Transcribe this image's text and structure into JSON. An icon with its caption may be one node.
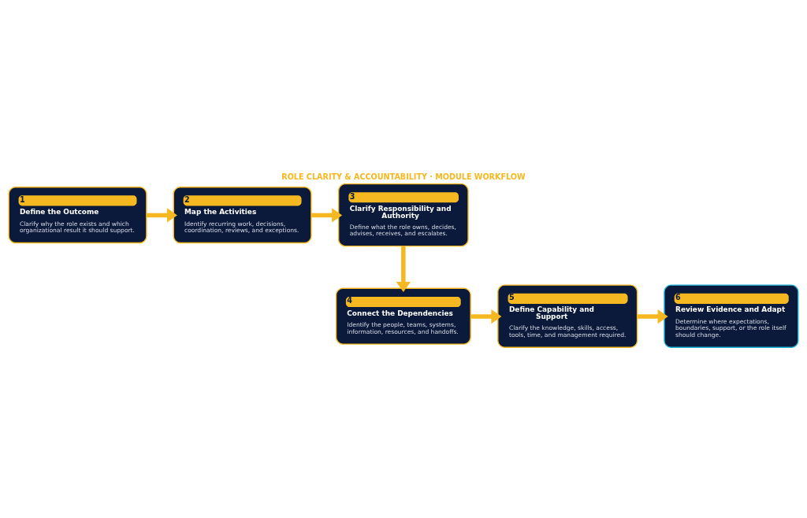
{
  "diagram": {
    "title": "ROLE CLARITY & ACCOUNTABILITY · MODULE WORKFLOW",
    "nodes": [
      {
        "text": [
          "1",
          "Define the Outcome",
          "Clarify why the role exists and which organizational result it should support."
        ]
      },
      {
        "text": [
          "2",
          "Map the Activities",
          "Identify recurring work, decisions, coordination, reviews, and exceptions."
        ]
      },
      {
        "text": [
          "3",
          "Clarify Responsibility and Authority",
          "Define what the role owns, decides, advises, receives, and escalates."
        ]
      },
      {
        "text": [
          "4",
          "Connect the Dependencies",
          "Identify the people, teams, systems, information, resources, and handoffs."
        ]
      },
      {
        "text": [
          "5",
          "Define Capability and Support",
          "Clarify the knowledge, skills, access, tools, time, and management required."
        ]
      },
      {
        "text": [
          "6",
          "Review Evidence and Adapt",
          "Determine where expectations, boundaries, support, or the role itself should change."
        ]
      }
    ],
    "edges": [
      {
        "from": 0,
        "to": 1,
        "arrow": "to"
      },
      {
        "from": 1,
        "to": 2,
        "arrow": "to"
      },
      {
        "from": 2,
        "to": 3,
        "arrow": "to"
      },
      {
        "from": 3,
        "to": 4,
        "arrow": "to"
      },
      {
        "from": 4,
        "to": 5,
        "arrow": "to"
      }
    ]
  }
}
